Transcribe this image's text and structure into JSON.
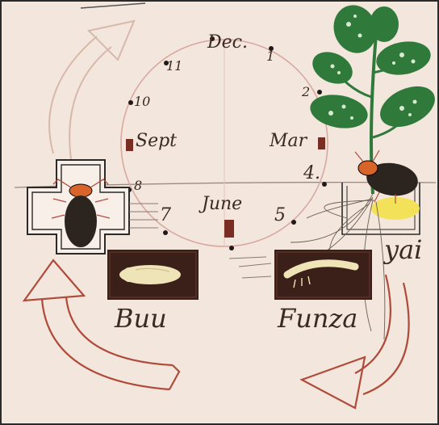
{
  "diagram": {
    "clock_labels": {
      "dec": "Dec.",
      "one": "1",
      "two": "2",
      "mar": "Mar",
      "four": "4.",
      "five": "5",
      "june": "June",
      "seven": "7",
      "eight": "8",
      "sept": "Sept",
      "ten": "10",
      "eleven": "11"
    },
    "stage_labels": {
      "buu": "Buu",
      "funza": "Funza",
      "yai": "yai"
    },
    "colors": {
      "background": "#f3e6dc",
      "clock_ring": "#d9a8a0",
      "arrow": "#b04a3a",
      "beetle_body": "#2b241f",
      "beetle_head": "#d9642a",
      "marker": "#7a2d22",
      "leaf": "#2f7a3b",
      "larva": "#efe3b8",
      "panel": "#3b1f19",
      "yellow": "#f4e15a"
    },
    "icons": [
      "beetle-icon",
      "larva-icon",
      "pupa-icon",
      "plant-icon",
      "cycle-arrow-icon"
    ]
  }
}
